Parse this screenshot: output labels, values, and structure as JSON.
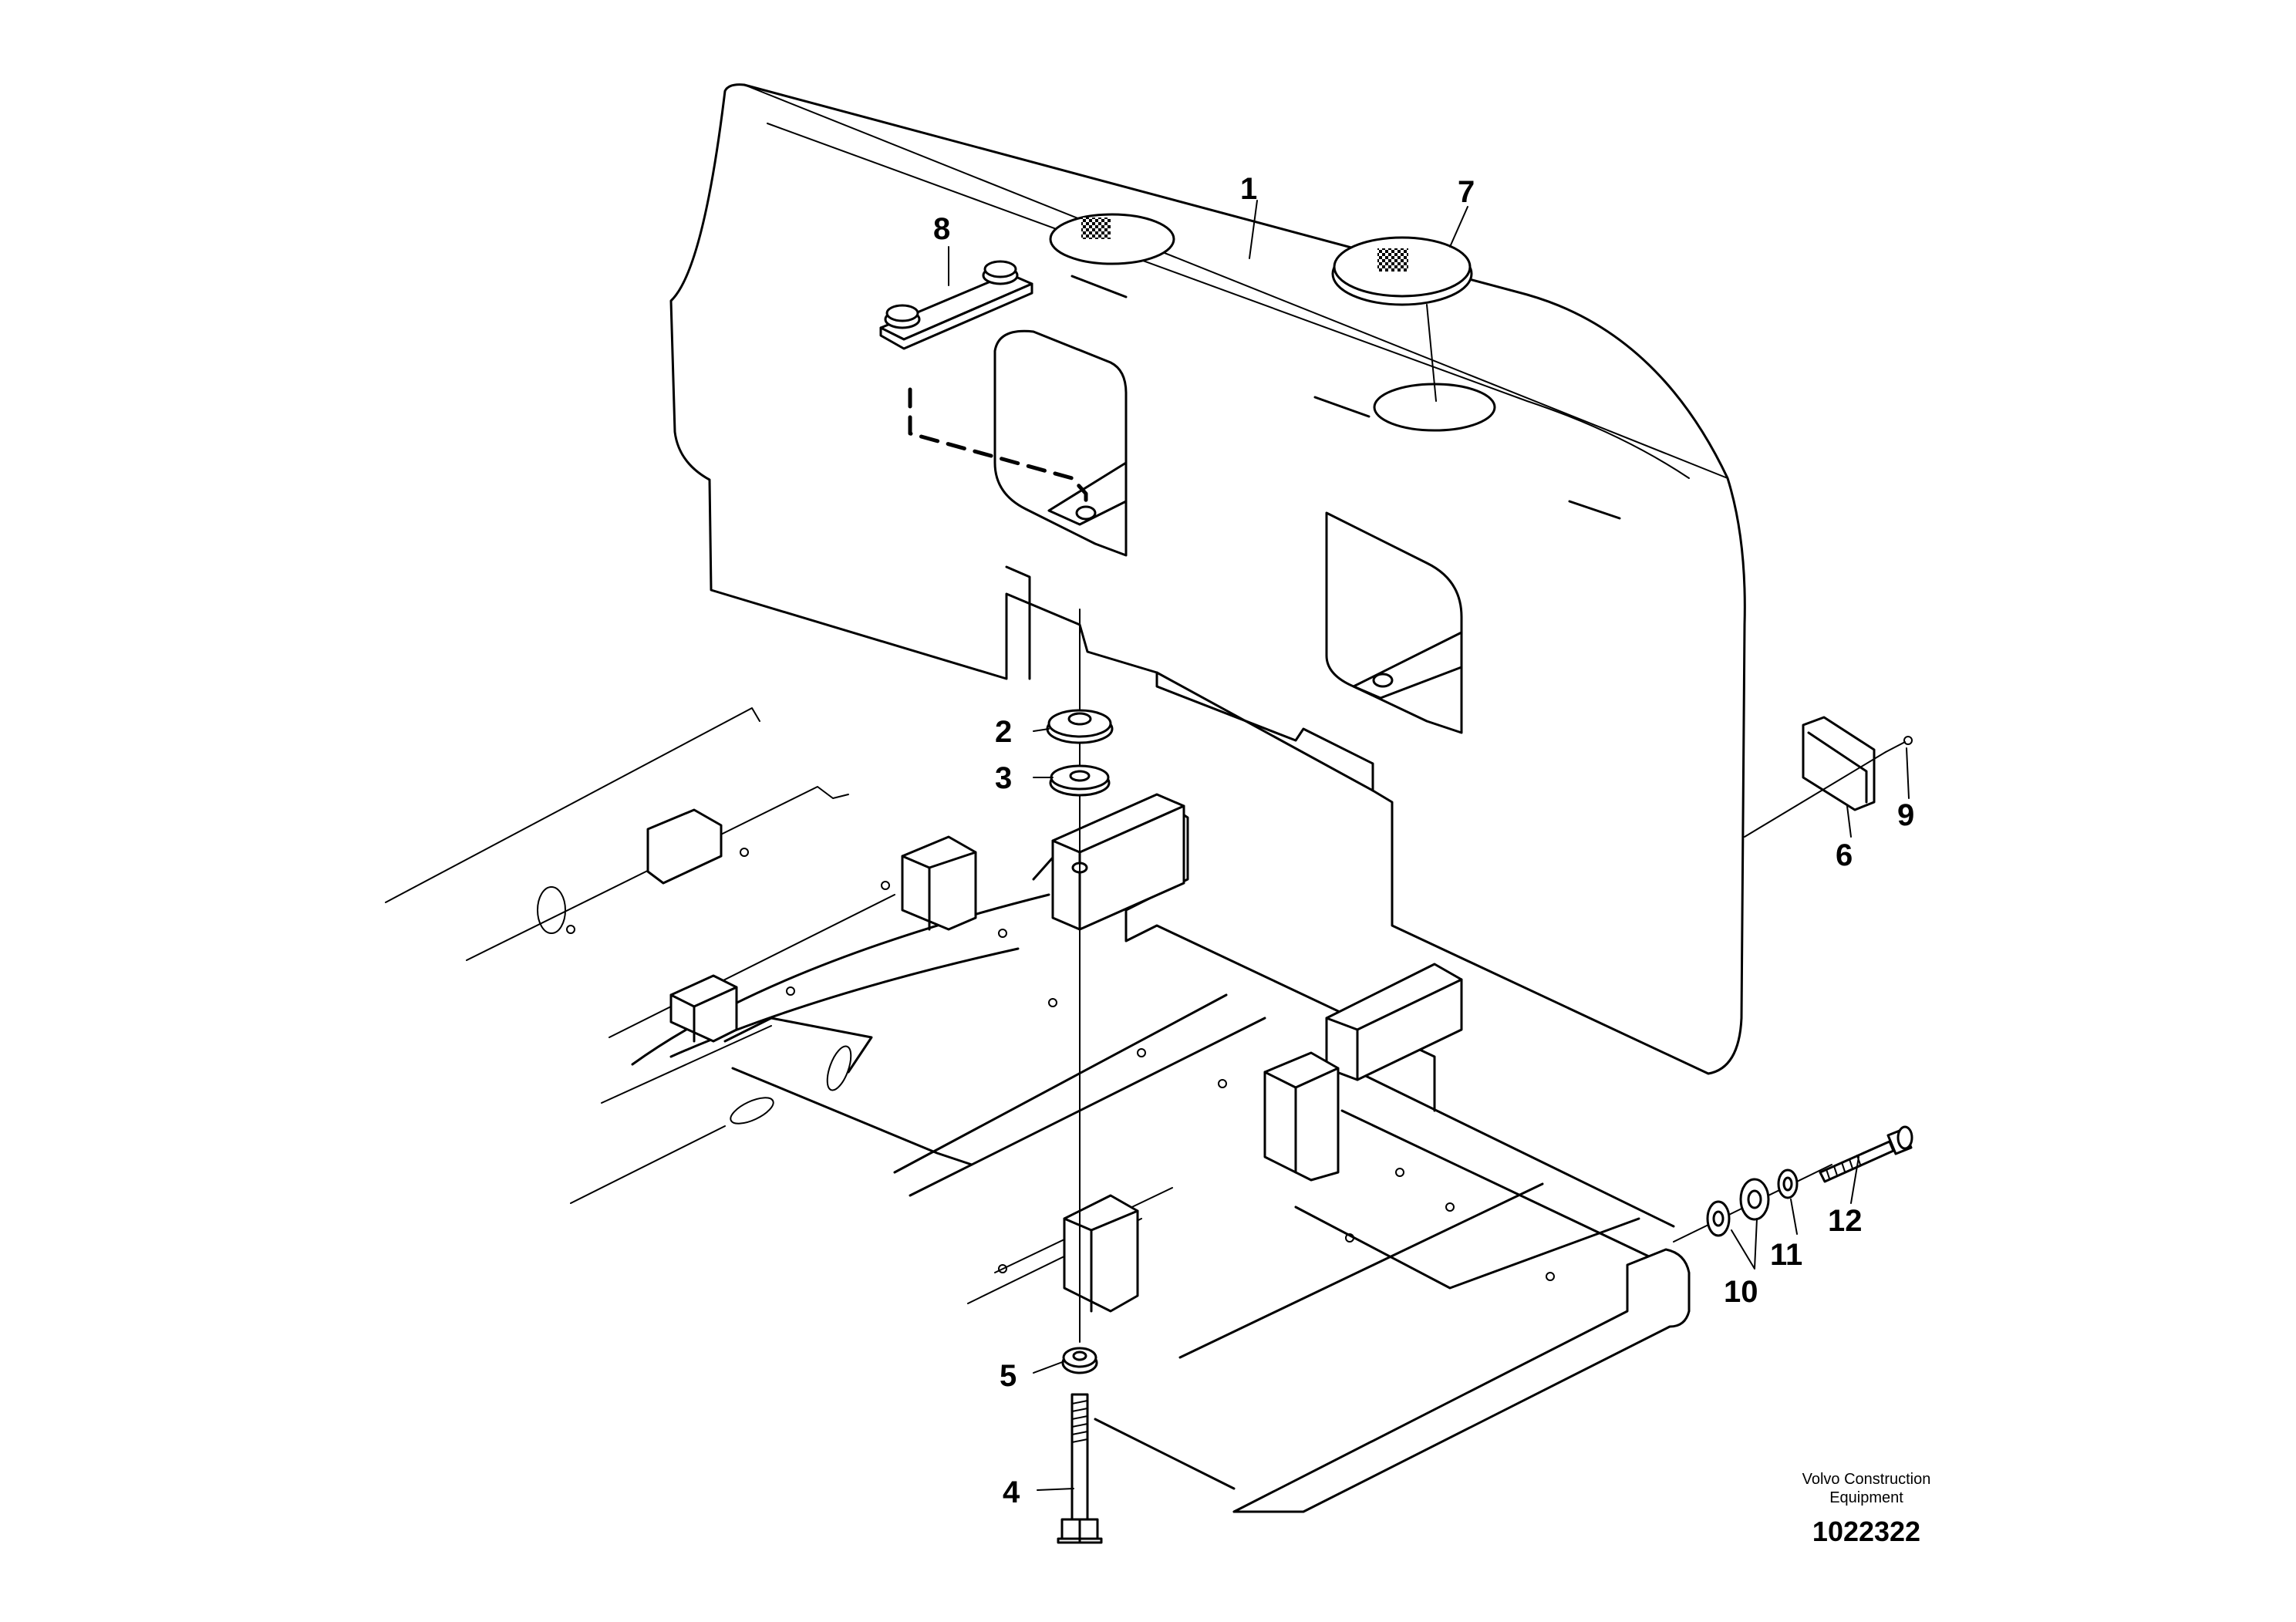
{
  "diagram": {
    "callouts": {
      "c1": "1",
      "c2": "2",
      "c3": "3",
      "c4": "4",
      "c5": "5",
      "c6": "6",
      "c7": "7",
      "c8": "8",
      "c9": "9",
      "c10": "10",
      "c11": "11",
      "c12": "12"
    },
    "brand_line1": "Volvo Construction",
    "brand_line2": "Equipment",
    "document_number": "1022322"
  }
}
